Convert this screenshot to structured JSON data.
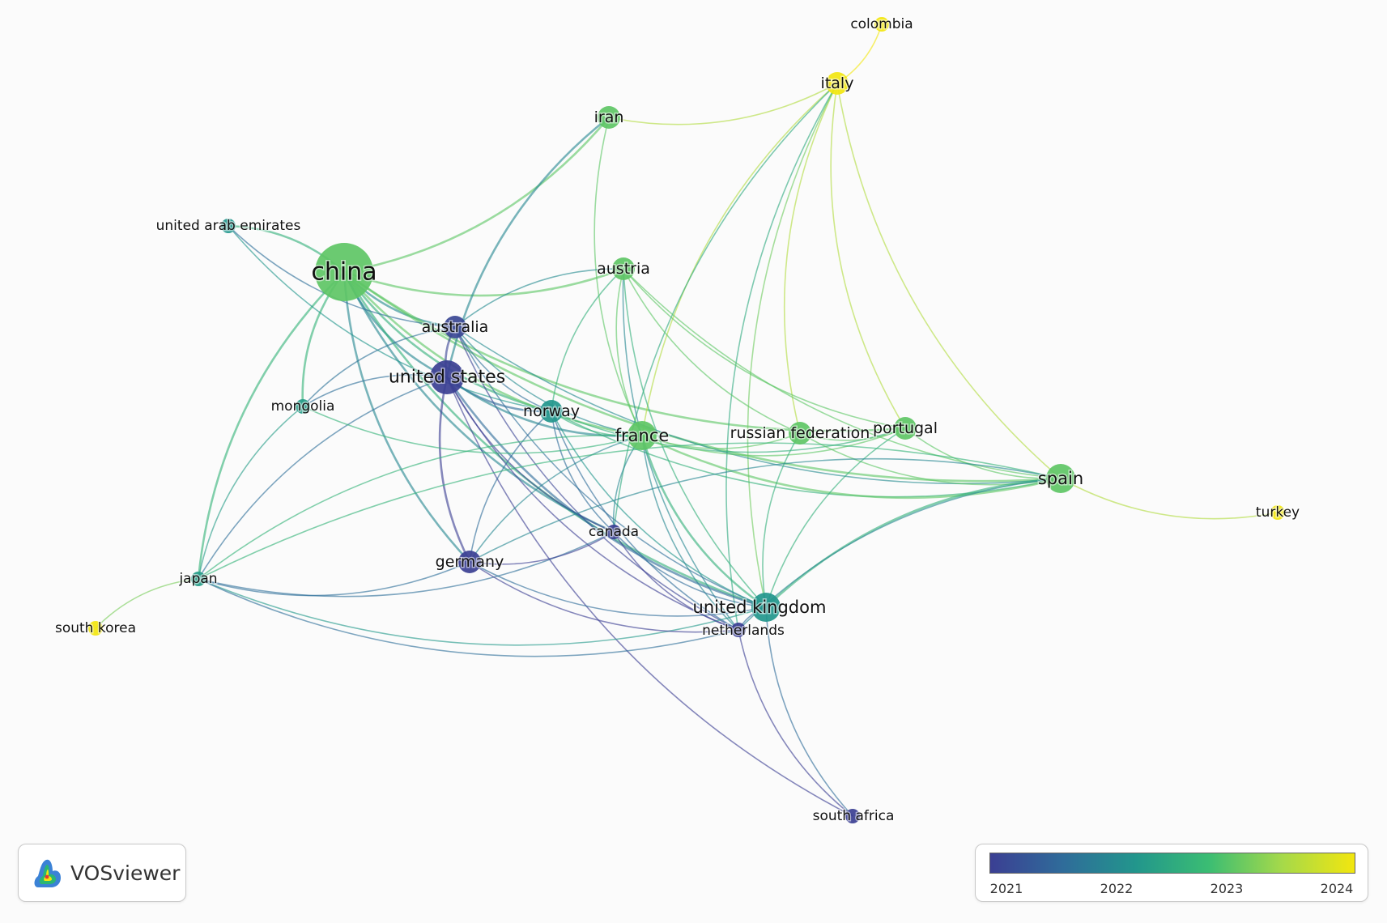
{
  "nodes": [
    {
      "id": "china",
      "label": "china",
      "year": 2023.0,
      "weight": 5
    },
    {
      "id": "united_states",
      "label": "united states",
      "year": 2021.0,
      "weight": 4
    },
    {
      "id": "australia",
      "label": "australia",
      "year": 2021.1,
      "weight": 2
    },
    {
      "id": "united_arab_emirates",
      "label": "united arab emirates",
      "year": 2022.2,
      "weight": 1
    },
    {
      "id": "mongolia",
      "label": "mongolia",
      "year": 2022.3,
      "weight": 1
    },
    {
      "id": "iran",
      "label": "iran",
      "year": 2023.0,
      "weight": 2
    },
    {
      "id": "austria",
      "label": "austria",
      "year": 2023.0,
      "weight": 2
    },
    {
      "id": "norway",
      "label": "norway",
      "year": 2022.2,
      "weight": 2
    },
    {
      "id": "france",
      "label": "france",
      "year": 2023.0,
      "weight": 3
    },
    {
      "id": "russian_federation",
      "label": "russian federation",
      "year": 2023.0,
      "weight": 2
    },
    {
      "id": "portugal",
      "label": "portugal",
      "year": 2023.0,
      "weight": 2
    },
    {
      "id": "spain",
      "label": "spain",
      "year": 2023.0,
      "weight": 3
    },
    {
      "id": "italy",
      "label": "italy",
      "year": 2024.0,
      "weight": 2
    },
    {
      "id": "colombia",
      "label": "colombia",
      "year": 2024.0,
      "weight": 1
    },
    {
      "id": "turkey",
      "label": "turkey",
      "year": 2024.0,
      "weight": 1
    },
    {
      "id": "japan",
      "label": "japan",
      "year": 2022.3,
      "weight": 1
    },
    {
      "id": "south_korea",
      "label": "south korea",
      "year": 2024.0,
      "weight": 1
    },
    {
      "id": "germany",
      "label": "germany",
      "year": 2021.0,
      "weight": 2
    },
    {
      "id": "canada",
      "label": "canada",
      "year": 2021.0,
      "weight": 1
    },
    {
      "id": "united_kingdom",
      "label": "united kingdom",
      "year": 2022.2,
      "weight": 3
    },
    {
      "id": "netherlands",
      "label": "netherlands",
      "year": 2021.0,
      "weight": 1
    },
    {
      "id": "south_africa",
      "label": "south africa",
      "year": 2021.0,
      "weight": 1
    }
  ],
  "edges": [
    [
      "china",
      "united_arab_emirates"
    ],
    [
      "china",
      "iran"
    ],
    [
      "china",
      "austria"
    ],
    [
      "china",
      "australia"
    ],
    [
      "china",
      "united_states"
    ],
    [
      "china",
      "mongolia"
    ],
    [
      "china",
      "norway"
    ],
    [
      "china",
      "france"
    ],
    [
      "china",
      "japan"
    ],
    [
      "china",
      "germany"
    ],
    [
      "china",
      "united_kingdom"
    ],
    [
      "china",
      "spain"
    ],
    [
      "china",
      "canada"
    ],
    [
      "china",
      "portugal"
    ],
    [
      "united_arab_emirates",
      "norway"
    ],
    [
      "united_arab_emirates",
      "australia"
    ],
    [
      "iran",
      "italy"
    ],
    [
      "iran",
      "france"
    ],
    [
      "iran",
      "united_states"
    ],
    [
      "italy",
      "colombia"
    ],
    [
      "italy",
      "spain"
    ],
    [
      "italy",
      "portugal"
    ],
    [
      "italy",
      "russian_federation"
    ],
    [
      "italy",
      "france"
    ],
    [
      "italy",
      "united_kingdom"
    ],
    [
      "italy",
      "canada"
    ],
    [
      "italy",
      "netherlands"
    ],
    [
      "austria",
      "france"
    ],
    [
      "austria",
      "united_kingdom"
    ],
    [
      "austria",
      "spain"
    ],
    [
      "austria",
      "portugal"
    ],
    [
      "austria",
      "russian_federation"
    ],
    [
      "austria",
      "norway"
    ],
    [
      "austria",
      "australia"
    ],
    [
      "austria",
      "netherlands"
    ],
    [
      "australia",
      "united_states"
    ],
    [
      "australia",
      "norway"
    ],
    [
      "australia",
      "france"
    ],
    [
      "australia",
      "united_kingdom"
    ],
    [
      "australia",
      "mongolia"
    ],
    [
      "australia",
      "netherlands"
    ],
    [
      "australia",
      "spain"
    ],
    [
      "united_states",
      "norway"
    ],
    [
      "united_states",
      "germany"
    ],
    [
      "united_states",
      "canada"
    ],
    [
      "united_states",
      "united_kingdom"
    ],
    [
      "united_states",
      "netherlands"
    ],
    [
      "united_states",
      "france"
    ],
    [
      "united_states",
      "japan"
    ],
    [
      "united_states",
      "mongolia"
    ],
    [
      "united_states",
      "south_africa"
    ],
    [
      "mongolia",
      "japan"
    ],
    [
      "mongolia",
      "france"
    ],
    [
      "norway",
      "france"
    ],
    [
      "norway",
      "germany"
    ],
    [
      "norway",
      "canada"
    ],
    [
      "norway",
      "united_kingdom"
    ],
    [
      "norway",
      "netherlands"
    ],
    [
      "norway",
      "spain"
    ],
    [
      "norway",
      "portugal"
    ],
    [
      "france",
      "spain"
    ],
    [
      "france",
      "portugal"
    ],
    [
      "france",
      "russian_federation"
    ],
    [
      "france",
      "united_kingdom"
    ],
    [
      "france",
      "canada"
    ],
    [
      "france",
      "germany"
    ],
    [
      "france",
      "japan"
    ],
    [
      "france",
      "netherlands"
    ],
    [
      "russian_federation",
      "spain"
    ],
    [
      "russian_federation",
      "united_kingdom"
    ],
    [
      "russian_federation",
      "portugal"
    ],
    [
      "portugal",
      "spain"
    ],
    [
      "portugal",
      "united_kingdom"
    ],
    [
      "spain",
      "turkey"
    ],
    [
      "spain",
      "united_kingdom"
    ],
    [
      "spain",
      "netherlands"
    ],
    [
      "spain",
      "japan"
    ],
    [
      "spain",
      "germany"
    ],
    [
      "japan",
      "south_korea"
    ],
    [
      "japan",
      "germany"
    ],
    [
      "japan",
      "united_kingdom"
    ],
    [
      "japan",
      "netherlands"
    ],
    [
      "japan",
      "canada"
    ],
    [
      "germany",
      "united_kingdom"
    ],
    [
      "germany",
      "netherlands"
    ],
    [
      "germany",
      "canada"
    ],
    [
      "canada",
      "united_kingdom"
    ],
    [
      "canada",
      "netherlands"
    ],
    [
      "united_kingdom",
      "netherlands"
    ],
    [
      "united_kingdom",
      "south_africa"
    ],
    [
      "netherlands",
      "south_africa"
    ]
  ],
  "legend": {
    "ticks": [
      "2021",
      "2022",
      "2023",
      "2024"
    ],
    "min_year": 2021,
    "max_year": 2024,
    "gradient_colors": [
      "#3b3f93",
      "#2f6c9a",
      "#22968c",
      "#3bbd73",
      "#a5d94a",
      "#f2e60f"
    ]
  },
  "brand": {
    "name": "VOSviewer"
  }
}
